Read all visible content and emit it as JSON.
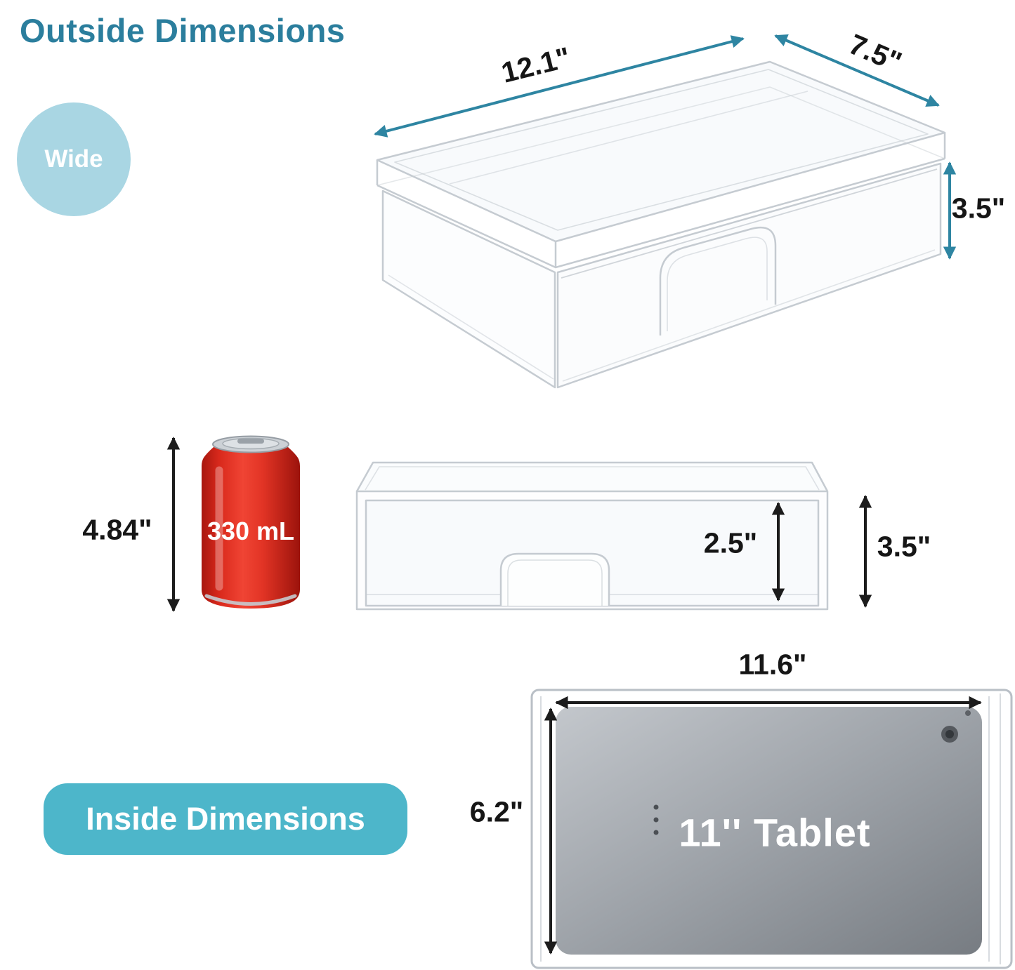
{
  "headings": {
    "outside": "Outside Dimensions",
    "inside": "Inside Dimensions",
    "wide_badge": "Wide"
  },
  "dimensions": {
    "top_width": "12.1\"",
    "top_depth": "7.5\"",
    "top_height": "3.5\"",
    "can_height": "4.84\"",
    "can_volume": "330 mL",
    "inner_height": "2.5\"",
    "front_height": "3.5\"",
    "inside_width": "11.6\"",
    "inside_depth": "6.2\"",
    "tablet_label": "11'' Tablet"
  },
  "colors": {
    "heading_teal": "#2b7e9d",
    "arrow_teal": "#2e85a2",
    "badge_blue": "#a9d6e3",
    "pill_teal": "#4db6ca",
    "can_red": "#d9291c",
    "label_black": "#1c1c1c",
    "drawer_outline_gray": "#c5cbd1",
    "tablet_gray": "#9da2a8"
  }
}
